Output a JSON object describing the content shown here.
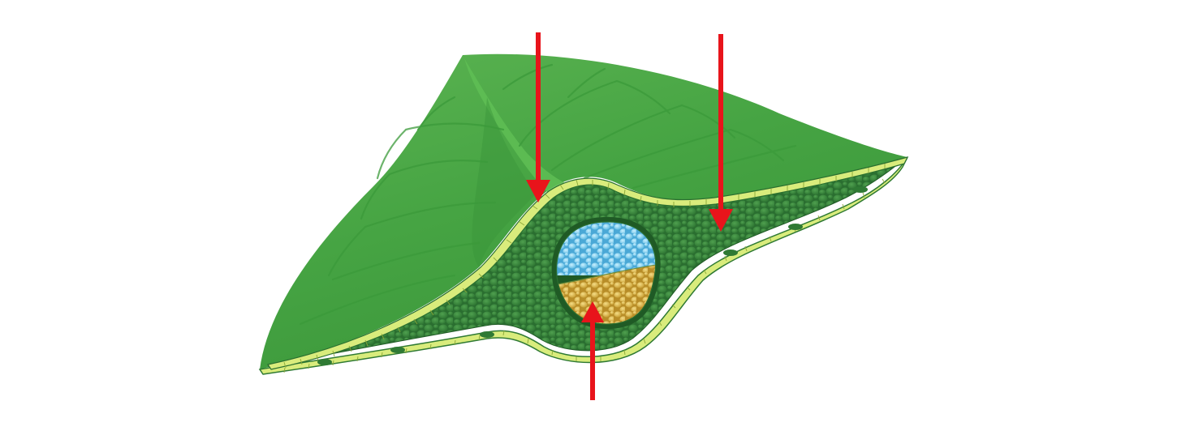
{
  "diagram": {
    "subject": "leaf-cross-section",
    "labels": [],
    "pointers": [
      {
        "id": "arrow-midrib-epidermis",
        "target": "upper-epidermis-at-midrib",
        "color": "#e8141b"
      },
      {
        "id": "arrow-blade-surface",
        "target": "upper-epidermis-lamina",
        "color": "#e8141b"
      },
      {
        "id": "arrow-vascular-bundle",
        "target": "phloem",
        "color": "#e8141b"
      }
    ]
  },
  "colors": {
    "leaf_top": "#4aa846",
    "leaf_top_light": "#62bf54",
    "leaf_vein": "#3a9a3c",
    "mesophyll": "#2f7a34",
    "mesophyll_cell": "#3f9243",
    "epidermis": "#d9ec7c",
    "epidermis_line": "#9fbf3c",
    "xylem": "#7fd0ef",
    "phloem": "#d8b54a",
    "arrow": "#e8141b"
  }
}
